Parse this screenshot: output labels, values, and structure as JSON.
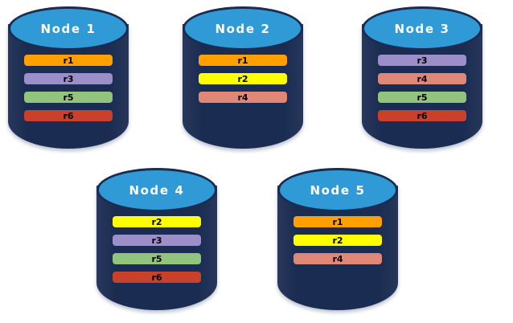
{
  "diagram": {
    "type": "database-replica-placement",
    "background_color": "#ffffff",
    "node_body_color": "#1b2c52",
    "node_top_color": "#2f9ad6",
    "node_title_color": "#ffffff",
    "replica_label_color": "#000000"
  },
  "replica_colors": {
    "r1": "#ffa000",
    "r2": "#ffff00",
    "r3": "#9b8ec9",
    "r4": "#e08878",
    "r5": "#92c47d",
    "r6": "#c9402b"
  },
  "nodes": [
    {
      "id": "node-1",
      "title": "Node  1",
      "row": 1,
      "replicas": [
        {
          "label": "r1",
          "color": "#ffa000"
        },
        {
          "label": "r3",
          "color": "#9b8ec9"
        },
        {
          "label": "r5",
          "color": "#92c47d"
        },
        {
          "label": "r6",
          "color": "#c9402b"
        }
      ]
    },
    {
      "id": "node-2",
      "title": "Node  2",
      "row": 1,
      "replicas": [
        {
          "label": "r1",
          "color": "#ffa000"
        },
        {
          "label": "r2",
          "color": "#ffff00"
        },
        {
          "label": "r4",
          "color": "#e08878"
        }
      ]
    },
    {
      "id": "node-3",
      "title": "Node  3",
      "row": 1,
      "replicas": [
        {
          "label": "r3",
          "color": "#9b8ec9"
        },
        {
          "label": "r4",
          "color": "#e08878"
        },
        {
          "label": "r5",
          "color": "#92c47d"
        },
        {
          "label": "r6",
          "color": "#c9402b"
        }
      ]
    },
    {
      "id": "node-4",
      "title": "Node  4",
      "row": 2,
      "replicas": [
        {
          "label": "r2",
          "color": "#ffff00"
        },
        {
          "label": "r3",
          "color": "#9b8ec9"
        },
        {
          "label": "r5",
          "color": "#92c47d"
        },
        {
          "label": "r6",
          "color": "#c9402b"
        }
      ]
    },
    {
      "id": "node-5",
      "title": "Node  5",
      "row": 2,
      "replicas": [
        {
          "label": "r1",
          "color": "#ffa000"
        },
        {
          "label": "r2",
          "color": "#ffff00"
        },
        {
          "label": "r4",
          "color": "#e08878"
        }
      ]
    }
  ]
}
